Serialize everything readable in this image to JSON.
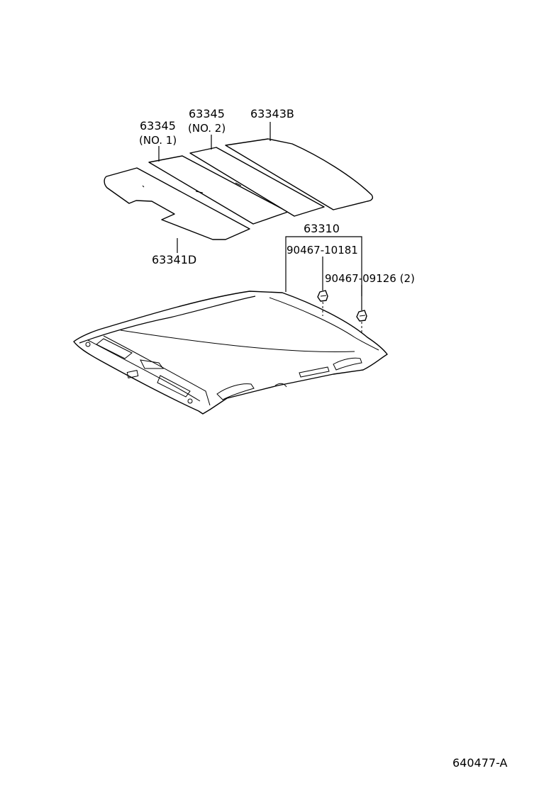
{
  "labels": {
    "pad_no1_part": "63345",
    "pad_no1_qualifier": "(NO. 1)",
    "pad_no2_part": "63345",
    "pad_no2_qualifier": "(NO. 2)",
    "pad_rear": "63343B",
    "pad_front": "63341D",
    "headliner": "63310",
    "clip_a": "90467-10181",
    "clip_b": "90467-09126 (2)"
  },
  "figure_id": "640477-A"
}
